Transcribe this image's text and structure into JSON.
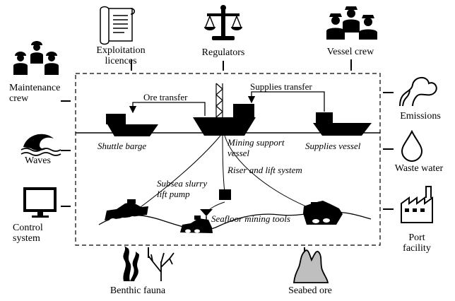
{
  "actors": {
    "exploitation": [
      "Exploitation",
      "licences"
    ],
    "regulators": "Regulators",
    "vessel_crew": "Vessel crew",
    "maintenance": [
      "Maintenance",
      "crew"
    ],
    "emissions": "Emissions",
    "waves": "Waves",
    "waste_water": "Waste water",
    "control": [
      "Control",
      "system"
    ],
    "port": [
      "Port",
      "facility"
    ],
    "benthic": "Benthic fauna",
    "seabed_ore": "Seabed ore"
  },
  "system": {
    "ore_transfer": "Ore transfer",
    "supplies_transfer": "Supplies transfer",
    "shuttle_barge": "Shuttle barge",
    "mining_support": [
      "Mining support",
      "vessel"
    ],
    "supplies_vessel": "Supplies vessel",
    "riser": "Riser and lift system",
    "slurry_pump": [
      "Subsea slurry",
      "lift pump"
    ],
    "seafloor_tools": "Seafloor mining tools"
  }
}
